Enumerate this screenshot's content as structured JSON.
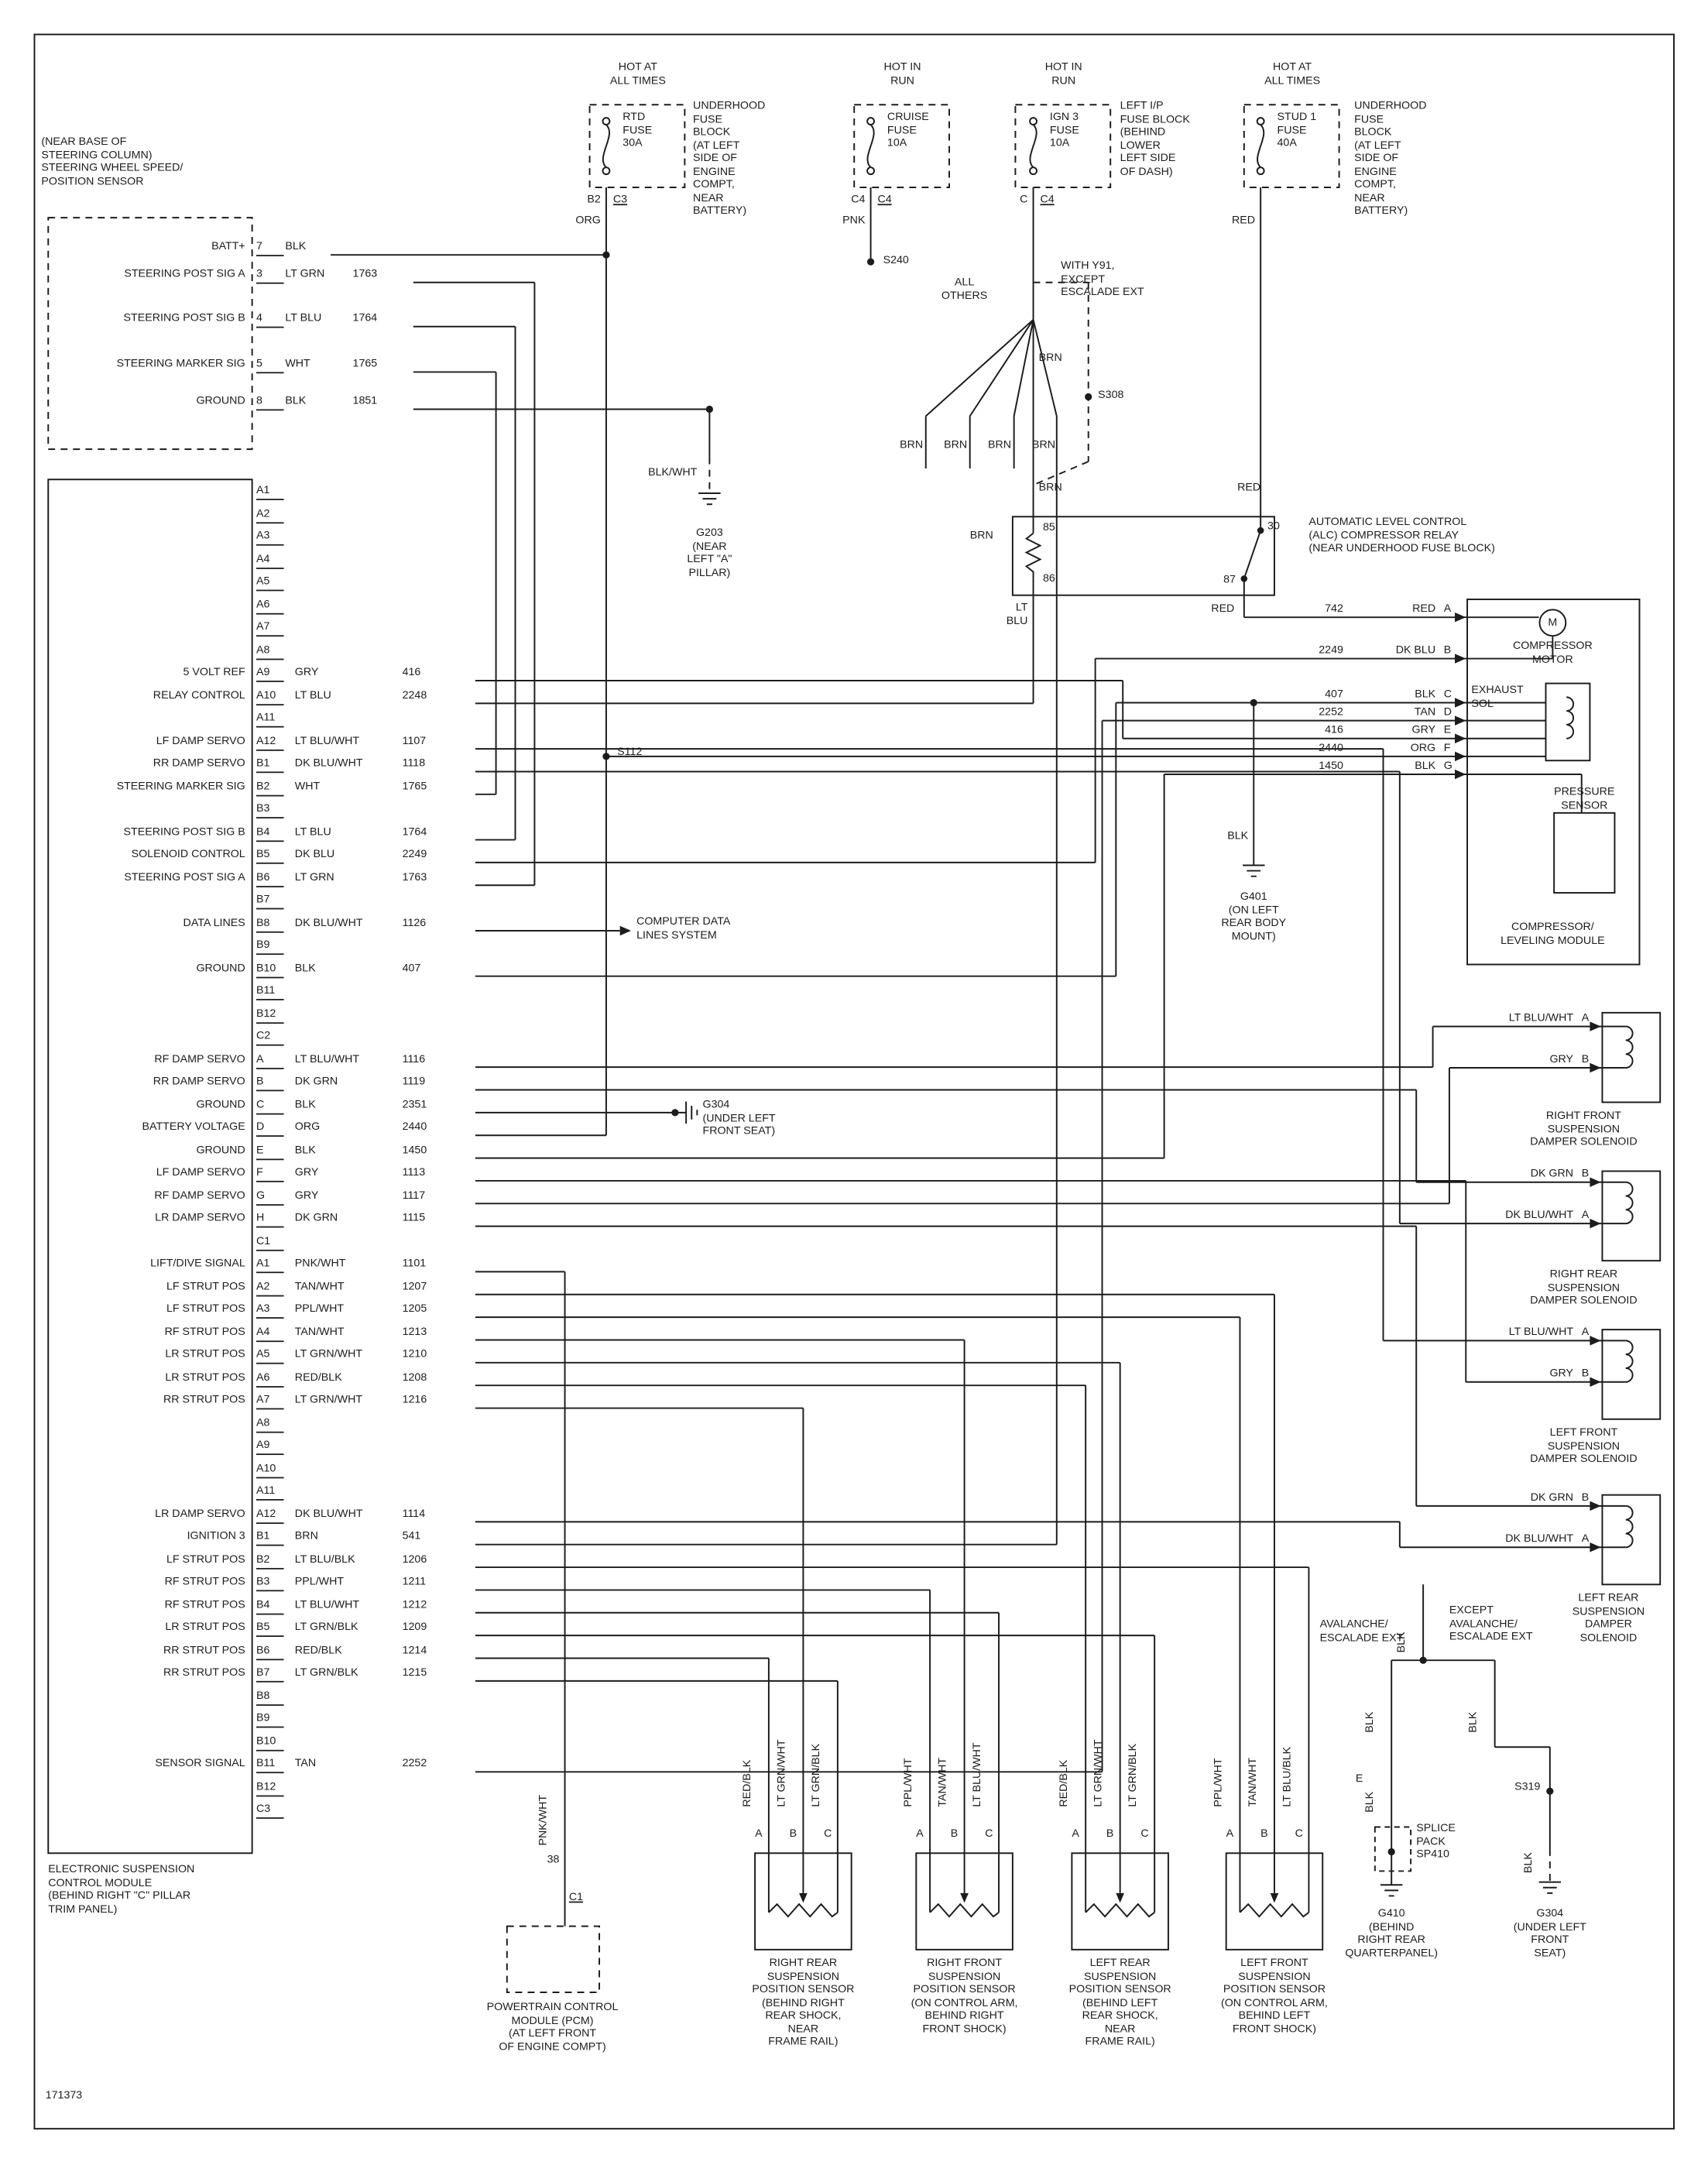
{
  "page": {
    "number": "171373"
  },
  "steering": {
    "caption": "(NEAR BASE OF\nSTEERING COLUMN)\nSTEERING WHEEL SPEED/\nPOSITION SENSOR",
    "rows": [
      {
        "label": "BATT+",
        "pin": "7",
        "color": "BLK",
        "circuit": ""
      },
      {
        "label": "STEERING POST SIG A",
        "pin": "3",
        "color": "LT GRN",
        "circuit": "1763"
      },
      {
        "label": "STEERING POST SIG B",
        "pin": "4",
        "color": "LT BLU",
        "circuit": "1764"
      },
      {
        "label": "STEERING MARKER SIG",
        "pin": "5",
        "color": "WHT",
        "circuit": "1765"
      },
      {
        "label": "GROUND",
        "pin": "8",
        "color": "BLK",
        "circuit": "1851"
      }
    ]
  },
  "fuses": [
    {
      "hot": "HOT AT\nALL TIMES",
      "name": "RTD\nFUSE\n30A",
      "conn_l": "B2",
      "conn_r": "C3",
      "wire": "ORG",
      "note": "UNDERHOOD\nFUSE\nBLOCK\n(AT LEFT\nSIDE OF\nENGINE\nCOMPT,\nNEAR\nBATTERY)"
    },
    {
      "hot": "HOT IN\nRUN",
      "name": "CRUISE\nFUSE\n10A",
      "conn_l": "C4",
      "conn_r": "C4",
      "wire": "PNK",
      "note": ""
    },
    {
      "hot": "HOT IN\nRUN",
      "name": "IGN 3\nFUSE\n10A",
      "conn_l": "C",
      "conn_r": "C4",
      "wire": "",
      "note": "LEFT I/P\nFUSE BLOCK\n(BEHIND\nLOWER\nLEFT SIDE\nOF DASH)"
    },
    {
      "hot": "HOT AT\nALL TIMES",
      "name": "STUD 1\nFUSE\n40A",
      "conn_l": "",
      "conn_r": "",
      "wire": "RED",
      "note": "UNDERHOOD\nFUSE\nBLOCK\n(AT LEFT\nSIDE OF\nENGINE\nCOMPT,\nNEAR\nBATTERY)"
    }
  ],
  "relay": {
    "pin85": "85",
    "pin86": "86",
    "pin30": "30",
    "pin87": "87",
    "note": "AUTOMATIC LEVEL CONTROL\n(ALC) COMPRESSOR RELAY\n(NEAR UNDERHOOD FUSE BLOCK)"
  },
  "compressor": {
    "terminals": [
      {
        "circuit": "742",
        "color": "RED",
        "pin": "A"
      },
      {
        "circuit": "2249",
        "color": "DK BLU",
        "pin": "B"
      },
      {
        "circuit": "407",
        "color": "BLK",
        "pin": "C"
      },
      {
        "circuit": "2252",
        "color": "TAN",
        "pin": "D"
      },
      {
        "circuit": "416",
        "color": "GRY",
        "pin": "E"
      },
      {
        "circuit": "2440",
        "color": "ORG",
        "pin": "F"
      },
      {
        "circuit": "1450",
        "color": "BLK",
        "pin": "G"
      }
    ],
    "motor_letter": "M",
    "motor": "COMPRESSOR\nMOTOR",
    "exhaust": "EXHAUST\nSOL",
    "pressure": "PRESSURE\nSENSOR",
    "label": "COMPRESSOR/\nLEVELING MODULE"
  },
  "escm": {
    "label": "ELECTRONIC SUSPENSION\nCONTROL MODULE\n(BEHIND RIGHT \"C\" PILLAR\nTRIM PANEL)",
    "rows": [
      {
        "pin": "A1"
      },
      {
        "pin": "A2"
      },
      {
        "pin": "A3"
      },
      {
        "pin": "A4"
      },
      {
        "pin": "A5"
      },
      {
        "pin": "A6"
      },
      {
        "pin": "A7"
      },
      {
        "pin": "A8"
      },
      {
        "pin": "A9",
        "color": "GRY",
        "circuit": "416",
        "label": "5 VOLT REF"
      },
      {
        "pin": "A10",
        "color": "LT BLU",
        "circuit": "2248",
        "label": "RELAY CONTROL"
      },
      {
        "pin": "A11"
      },
      {
        "pin": "A12",
        "color": "LT BLU/WHT",
        "circuit": "1107",
        "label": "LF DAMP SERVO"
      },
      {
        "pin": "B1",
        "color": "DK BLU/WHT",
        "circuit": "1118",
        "label": "RR DAMP SERVO"
      },
      {
        "pin": "B2",
        "color": "WHT",
        "circuit": "1765",
        "label": "STEERING MARKER SIG"
      },
      {
        "pin": "B3"
      },
      {
        "pin": "B4",
        "color": "LT BLU",
        "circuit": "1764",
        "label": "STEERING POST SIG B"
      },
      {
        "pin": "B5",
        "color": "DK BLU",
        "circuit": "2249",
        "label": "SOLENOID CONTROL"
      },
      {
        "pin": "B6",
        "color": "LT GRN",
        "circuit": "1763",
        "label": "STEERING POST SIG A"
      },
      {
        "pin": "B7"
      },
      {
        "pin": "B8",
        "color": "DK BLU/WHT",
        "circuit": "1126",
        "label": "DATA LINES"
      },
      {
        "pin": "B9"
      },
      {
        "pin": "B10",
        "color": "BLK",
        "circuit": "407",
        "label": "GROUND"
      },
      {
        "pin": "B11"
      },
      {
        "pin": "B12"
      },
      {
        "pin": "C2",
        "conn": true
      },
      {
        "pin": "A",
        "color": "LT BLU/WHT",
        "circuit": "1116",
        "label": "RF DAMP SERVO"
      },
      {
        "pin": "B",
        "color": "DK GRN",
        "circuit": "1119",
        "label": "RR DAMP SERVO"
      },
      {
        "pin": "C",
        "color": "BLK",
        "circuit": "2351",
        "label": "GROUND"
      },
      {
        "pin": "D",
        "color": "ORG",
        "circuit": "2440",
        "label": "BATTERY VOLTAGE"
      },
      {
        "pin": "E",
        "color": "BLK",
        "circuit": "1450",
        "label": "GROUND"
      },
      {
        "pin": "F",
        "color": "GRY",
        "circuit": "1113",
        "label": "LF DAMP SERVO"
      },
      {
        "pin": "G",
        "color": "GRY",
        "circuit": "1117",
        "label": "RF DAMP SERVO"
      },
      {
        "pin": "H",
        "color": "DK GRN",
        "circuit": "1115",
        "label": "LR DAMP SERVO"
      },
      {
        "pin": "C1",
        "conn": true
      },
      {
        "pin": "A1",
        "color": "PNK/WHT",
        "circuit": "1101",
        "label": "LIFT/DIVE SIGNAL"
      },
      {
        "pin": "A2",
        "color": "TAN/WHT",
        "circuit": "1207",
        "label": "LF STRUT POS"
      },
      {
        "pin": "A3",
        "color": "PPL/WHT",
        "circuit": "1205",
        "label": "LF STRUT POS"
      },
      {
        "pin": "A4",
        "color": "TAN/WHT",
        "circuit": "1213",
        "label": "RF STRUT POS"
      },
      {
        "pin": "A5",
        "color": "LT GRN/WHT",
        "circuit": "1210",
        "label": "LR STRUT POS"
      },
      {
        "pin": "A6",
        "color": "RED/BLK",
        "circuit": "1208",
        "label": "LR STRUT POS"
      },
      {
        "pin": "A7",
        "color": "LT GRN/WHT",
        "circuit": "1216",
        "label": "RR STRUT POS"
      },
      {
        "pin": "A8"
      },
      {
        "pin": "A9"
      },
      {
        "pin": "A10"
      },
      {
        "pin": "A11"
      },
      {
        "pin": "A12",
        "color": "DK BLU/WHT",
        "circuit": "1114",
        "label": "LR DAMP SERVO"
      },
      {
        "pin": "B1",
        "color": "BRN",
        "circuit": "541",
        "label": "IGNITION 3"
      },
      {
        "pin": "B2",
        "color": "LT BLU/BLK",
        "circuit": "1206",
        "label": "LF STRUT POS"
      },
      {
        "pin": "B3",
        "color": "PPL/WHT",
        "circuit": "1211",
        "label": "RF STRUT POS"
      },
      {
        "pin": "B4",
        "color": "LT BLU/WHT",
        "circuit": "1212",
        "label": "RF STRUT POS"
      },
      {
        "pin": "B5",
        "color": "LT GRN/BLK",
        "circuit": "1209",
        "label": "LR STRUT POS"
      },
      {
        "pin": "B6",
        "color": "RED/BLK",
        "circuit": "1214",
        "label": "RR STRUT POS"
      },
      {
        "pin": "B7",
        "color": "LT GRN/BLK",
        "circuit": "1215",
        "label": "RR STRUT POS"
      },
      {
        "pin": "B8"
      },
      {
        "pin": "B9"
      },
      {
        "pin": "B10"
      },
      {
        "pin": "B11",
        "color": "TAN",
        "circuit": "2252",
        "label": "SENSOR SIGNAL"
      },
      {
        "pin": "B12"
      },
      {
        "pin": "C3",
        "conn": true
      }
    ]
  },
  "solenoids": [
    {
      "terminals": [
        {
          "color": "LT BLU/WHT",
          "pin": "A"
        },
        {
          "color": "GRY",
          "pin": "B"
        }
      ],
      "label": "RIGHT FRONT\nSUSPENSION\nDAMPER SOLENOID"
    },
    {
      "terminals": [
        {
          "color": "DK GRN",
          "pin": "B"
        },
        {
          "color": "DK BLU/WHT",
          "pin": "A"
        }
      ],
      "label": "RIGHT REAR\nSUSPENSION\nDAMPER SOLENOID"
    },
    {
      "terminals": [
        {
          "color": "LT BLU/WHT",
          "pin": "A"
        },
        {
          "color": "GRY",
          "pin": "B"
        }
      ],
      "label": "LEFT FRONT\nSUSPENSION\nDAMPER SOLENOID"
    },
    {
      "terminals": [
        {
          "color": "DK GRN",
          "pin": "B"
        },
        {
          "color": "DK BLU/WHT",
          "pin": "A"
        }
      ],
      "label": "LEFT REAR\nSUSPENSION\nDAMPER\nSOLENOID"
    }
  ],
  "sensors": [
    {
      "wires": [
        {
          "color": "RED/BLK",
          "pin": "A"
        },
        {
          "color": "LT GRN/WHT",
          "pin": "B"
        },
        {
          "color": "LT GRN/BLK",
          "pin": "C"
        }
      ],
      "label": "RIGHT REAR\nSUSPENSION\nPOSITION SENSOR\n(BEHIND RIGHT\nREAR SHOCK,\nNEAR\nFRAME RAIL)"
    },
    {
      "wires": [
        {
          "color": "PPL/WHT",
          "pin": "A"
        },
        {
          "color": "TAN/WHT",
          "pin": "B"
        },
        {
          "color": "LT BLU/WHT",
          "pin": "C"
        }
      ],
      "label": "RIGHT FRONT\nSUSPENSION\nPOSITION SENSOR\n(ON CONTROL ARM,\nBEHIND RIGHT\nFRONT SHOCK)"
    },
    {
      "wires": [
        {
          "color": "RED/BLK",
          "pin": "A"
        },
        {
          "color": "LT GRN/WHT",
          "pin": "B"
        },
        {
          "color": "LT GRN/BLK",
          "pin": "C"
        }
      ],
      "label": "LEFT REAR\nSUSPENSION\nPOSITION SENSOR\n(BEHIND LEFT\nREAR SHOCK,\nNEAR\nFRAME RAIL)"
    },
    {
      "wires": [
        {
          "color": "PPL/WHT",
          "pin": "A"
        },
        {
          "color": "TAN/WHT",
          "pin": "B"
        },
        {
          "color": "LT BLU/BLK",
          "pin": "C"
        }
      ],
      "label": "LEFT FRONT\nSUSPENSION\nPOSITION SENSOR\n(ON CONTROL ARM,\nBEHIND LEFT\nFRONT SHOCK)"
    }
  ],
  "pcm": {
    "pin": "38",
    "color": "PNK/WHT",
    "conn": "C1",
    "label": "POWERTRAIN CONTROL\nMODULE (PCM)\n(AT LEFT FRONT\nOF ENGINE COMPT)"
  },
  "grounds": {
    "g203": "G203\n(NEAR\nLEFT \"A\"\nPILLAR)",
    "g304a": "G304\n(UNDER LEFT\nFRONT SEAT)",
    "g401": "G401\n(ON LEFT\nREAR BODY\nMOUNT)",
    "g410": "G410\n(BEHIND\nRIGHT REAR\nQUARTERPANEL)",
    "g304b": "G304\n(UNDER LEFT\nFRONT\nSEAT)"
  },
  "splices": {
    "s240": "S240",
    "s308": "S308",
    "s112": "S112",
    "s319": "S319",
    "sp410": "SPLICE\nPACK\nSP410"
  },
  "notes": {
    "all_others": "ALL\nOTHERS",
    "with_y91": "WITH Y91,\nEXCEPT\nESCALADE EXT",
    "avalanche": "AVALANCHE/\nESCALADE EXT",
    "except_avalanche": "EXCEPT\nAVALANCHE/\nESCALADE EXT",
    "computer_data": "COMPUTER DATA\nLINES SYSTEM"
  },
  "wire_labels": {
    "org": "ORG",
    "pnk": "PNK",
    "red_top": "RED",
    "red_relay": "RED",
    "brn1": "BRN",
    "brn2": "BRN",
    "brn3": "BRN",
    "brn4": "BRN",
    "brn_top": "BRN",
    "brn_mid": "BRN",
    "brn_left": "BRN",
    "lt_blu": "LT\nBLU",
    "red_87": "RED",
    "c742": "742",
    "red_a": "RED",
    "blk_wht": "BLK/WHT",
    "blk_g401": "BLK",
    "blk_r1": "BLK",
    "blk_r2": "BLK",
    "blk_r3": "BLK",
    "blk_r4": "BLK",
    "blk_e": "BLK",
    "e_pin": "E"
  }
}
